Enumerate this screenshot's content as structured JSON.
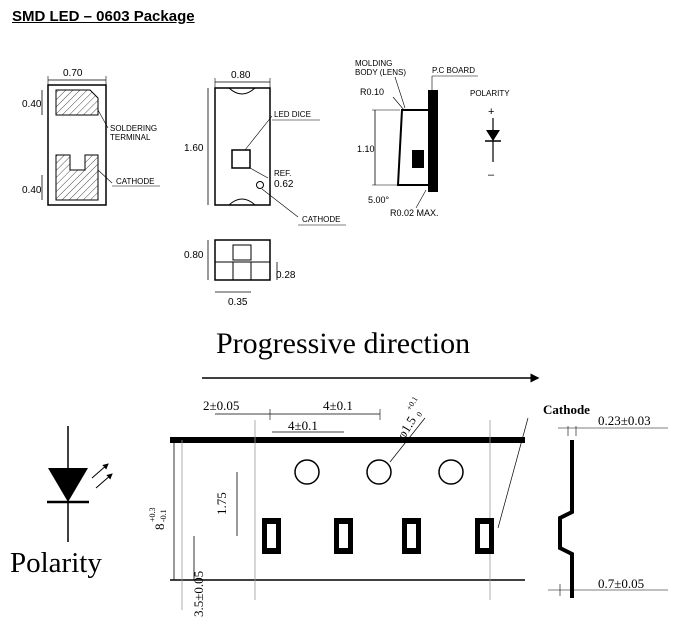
{
  "title": "SMD LED – 0603 Package",
  "package": {
    "bottom_view": {
      "width": "0.70",
      "pad_top": "0.40",
      "pad_bottom": "0.40",
      "label_soldering": [
        "SOLDERING",
        "TERMINAL"
      ],
      "label_cathode": "CATHODE"
    },
    "top_view": {
      "width": "0.80",
      "length": "1.60",
      "label_led_dice": "LED DICE",
      "ref_label": "REF.",
      "ref_value": "0.62",
      "label_cathode": "CATHODE"
    },
    "end_view": {
      "height": "0.80",
      "pad_height": "0.28",
      "pad_width": "0.35"
    },
    "side_view": {
      "label_molding": [
        "MOLDING",
        "BODY (LENS)"
      ],
      "label_pcb": "P.C BOARD",
      "radius": "R0.10",
      "height": "1.10",
      "angle": "5.00°",
      "radius_max": "R0.02 MAX.",
      "label_polarity": "POLARITY",
      "plus": "+",
      "minus": "–"
    }
  },
  "tape": {
    "heading": "Progressive direction",
    "dim_edge_to_hole": "2±0.05",
    "dim_hole_pitch": "4±0.1",
    "dim_pocket_pitch": "4±0.1",
    "dim_hole_dia": "φ1.5",
    "dim_hole_dia_tol": "+0.1",
    "dim_hole_dia_tol_lower": "0",
    "dim_hole_to_pocket": "1.75",
    "dim_width_value": "8",
    "dim_width_tol_upper": "+0.3",
    "dim_width_tol_lower": "-0.1",
    "dim_pocket_offset": "3.5±0.05",
    "label_cathode": "Cathode",
    "dim_thickness": "0.23±0.03",
    "dim_pocket_depth": "0.7±0.05",
    "polarity_label": "Polarity"
  }
}
